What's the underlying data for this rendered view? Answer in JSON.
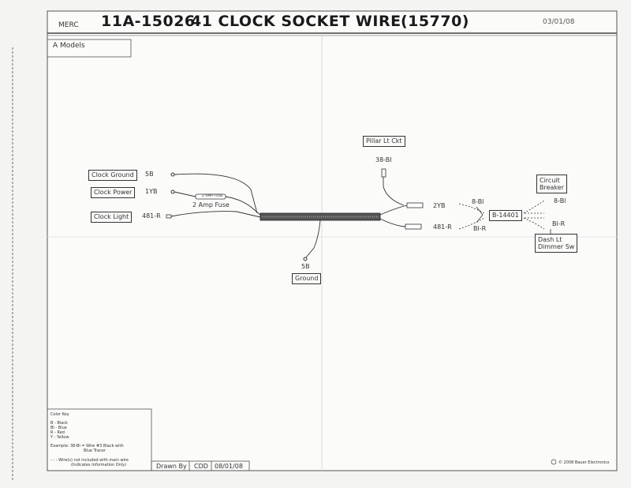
{
  "header": {
    "maker": "MERC",
    "code": "11A-15026",
    "name": "41 CLOCK SOCKET WIRE",
    "part": "(15770)",
    "date": "03/01/08"
  },
  "models_label": "A  Models",
  "components": {
    "clock_ground": "Clock Ground",
    "clock_power": "Clock Power",
    "clock_light": "Clock Light",
    "pillar_lt_ckt": "Pillar Lt Ckt",
    "ground": "Ground",
    "circuit_breaker_1": "Circuit",
    "circuit_breaker_2": "Breaker",
    "dash_lt_1": "Dash Lt",
    "dash_lt_2": "Dimmer Sw",
    "connector": "B-14401"
  },
  "wire_labels": {
    "clock_ground": "5B",
    "clock_power": "1YB",
    "clock_light": "481-R",
    "fuse": "2 AMP FUSE",
    "fuse_caption": "2 Amp Fuse",
    "pillar": "38-Bl",
    "ground": "5B",
    "right_top": "2YB",
    "right_bottom": "481-R",
    "branch_top": "8-Bl",
    "branch_bottom": "Bl-R",
    "out_top": "8-Bl",
    "out_bottom": "Bl-R"
  },
  "color_key": {
    "title": "Color Key",
    "entries": [
      "B - Black",
      "Bl - Blue",
      "R - Red",
      "Y - Yellow"
    ],
    "example_1": "Example: 38-Bl = Wire #3 Black with",
    "example_2": "Blue Tracer",
    "note_1": "- - - Wire(s) not included with main wire",
    "note_2": "(Indicates Information Only)"
  },
  "title_block": {
    "drawn_by": "Drawn By",
    "initials": "CDD",
    "date": "08/01/08"
  },
  "copyright": "© 2008 Bauer Electronics"
}
